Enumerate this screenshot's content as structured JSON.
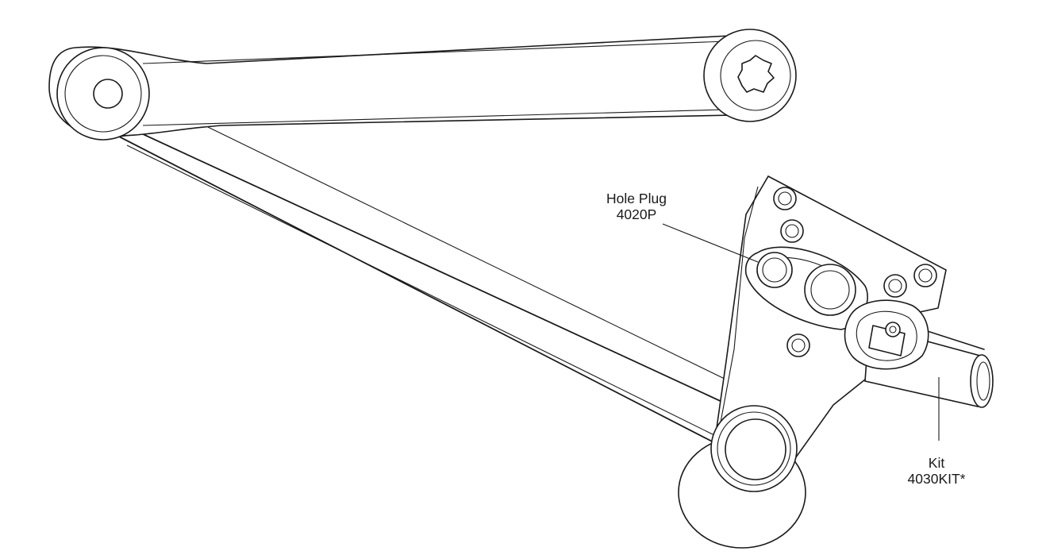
{
  "callouts": {
    "hole_plug": {
      "name": "Hole Plug",
      "part": "4020P"
    },
    "kit": {
      "name": "Kit",
      "part": "4030KIT*"
    }
  },
  "colors": {
    "line": "#1a1a1a",
    "background": "#ffffff"
  }
}
